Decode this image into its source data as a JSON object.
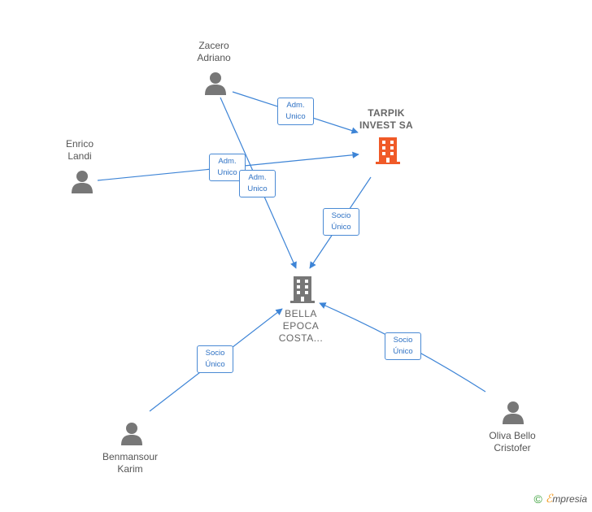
{
  "nodes": {
    "zacero": {
      "name_line1": "Zacero",
      "name_line2": "Adriano",
      "icon": "person-icon"
    },
    "enrico": {
      "name_line1": "Enrico",
      "name_line2": "Landi",
      "icon": "person-icon"
    },
    "tarpik": {
      "name_line1": "TARPIK",
      "name_line2": "INVEST SA",
      "icon": "building-icon",
      "color": "#f05a28"
    },
    "bella": {
      "name_line1": "BELLA",
      "name_line2": "EPOCA",
      "name_line3": "COSTA...",
      "icon": "building-icon",
      "color": "#777777"
    },
    "benmansour": {
      "name_line1": "Benmansour",
      "name_line2": "Karim",
      "icon": "person-icon"
    },
    "oliva": {
      "name_line1": "Oliva Bello",
      "name_line2": "Cristofer",
      "icon": "person-icon"
    }
  },
  "edges": [
    {
      "from": "zacero",
      "to": "tarpik",
      "label_line1": "Adm.",
      "label_line2": "Unico"
    },
    {
      "from": "enrico",
      "to": "tarpik",
      "label_line1": "Adm.",
      "label_line2": "Unico"
    },
    {
      "from": "zacero",
      "to": "bella",
      "label_line1": "Adm.",
      "label_line2": "Unico"
    },
    {
      "from": "tarpik",
      "to": "bella",
      "label_line1": "Socio",
      "label_line2": "Único"
    },
    {
      "from": "benmansour",
      "to": "bella",
      "label_line1": "Socio",
      "label_line2": "Único"
    },
    {
      "from": "oliva",
      "to": "bella",
      "label_line1": "Socio",
      "label_line2": "Único"
    }
  ],
  "colors": {
    "edge": "#3d84d6",
    "person_icon": "#777777",
    "brand_green": "#3aa03a",
    "brand_orange": "#f39a1e"
  },
  "footer": {
    "copyright": "©",
    "brand_first": "ℰ",
    "brand_rest": "mpresia"
  }
}
